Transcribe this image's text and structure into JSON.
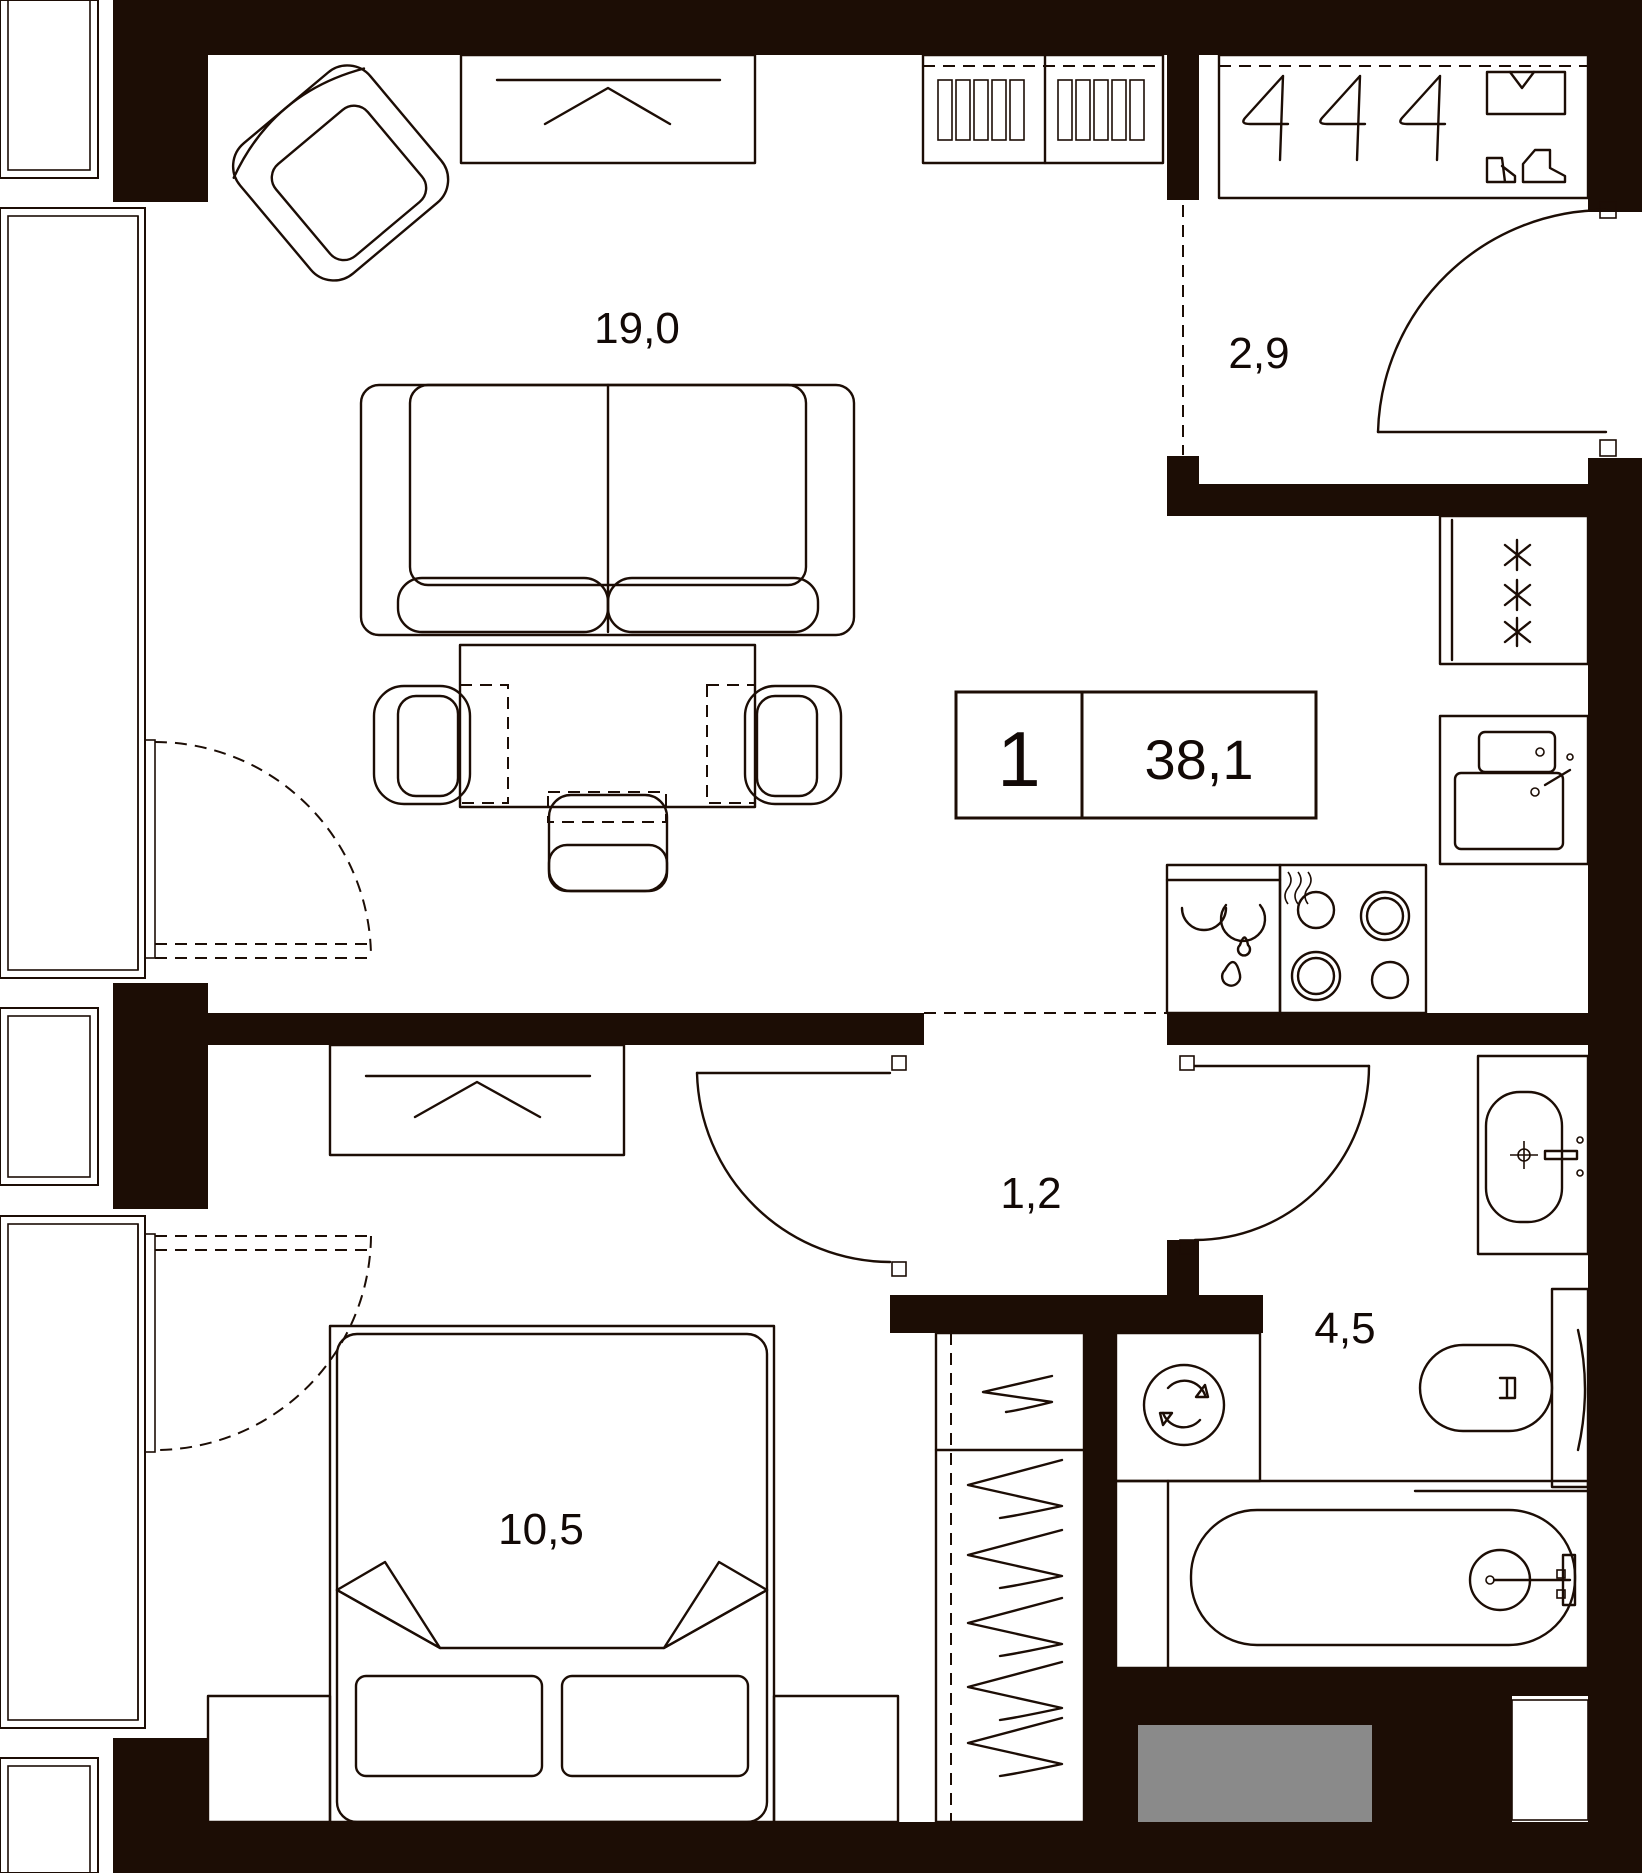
{
  "plan": {
    "rooms": 1,
    "total_area": "38,1",
    "areas": {
      "living_room": "19,0",
      "hallway": "2,9",
      "corridor": "1,2",
      "bathroom": "4,5",
      "bedroom": "10,5"
    }
  },
  "colors": {
    "wall": "#1c0d05",
    "background": "#ffffff",
    "shaft": "#8a8a8a"
  }
}
